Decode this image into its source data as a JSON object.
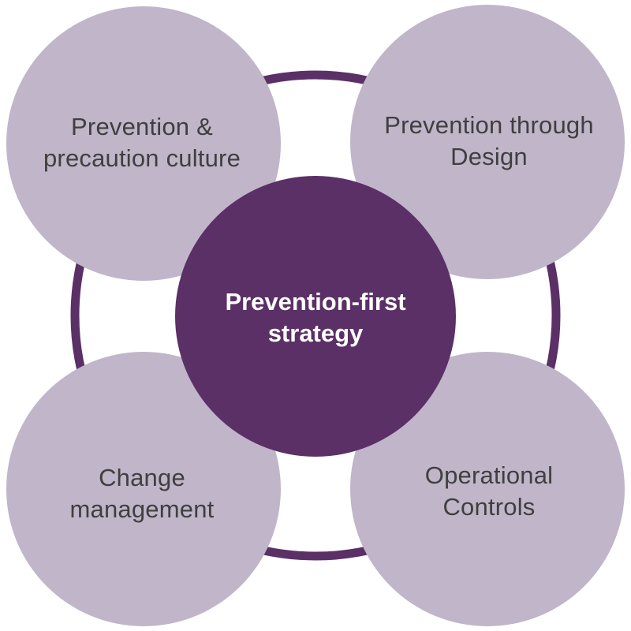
{
  "colors": {
    "background": "#ffffff",
    "outer_node_fill": "#c0b5c9",
    "center_node_fill": "#5b3066",
    "ring_stroke": "#5b3066",
    "outer_text": "#3f3f3f",
    "center_text": "#ffffff"
  },
  "diagram": {
    "center": {
      "label": "Prevention-first\nstrategy"
    },
    "nodes": [
      {
        "id": "top-left",
        "label": "Prevention &\nprecaution culture"
      },
      {
        "id": "top-right",
        "label": "Prevention through\nDesign"
      },
      {
        "id": "bottom-left",
        "label": "Change\nmanagement"
      },
      {
        "id": "bottom-right",
        "label": "Operational\nControls"
      }
    ]
  }
}
